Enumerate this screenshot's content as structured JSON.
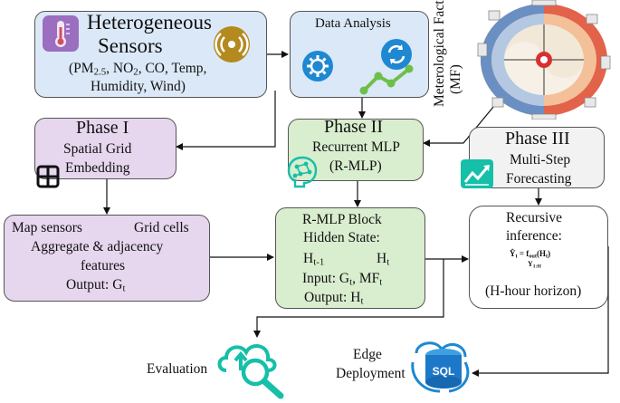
{
  "sensors": {
    "title_line1": "Heterogeneous",
    "title_line2": "Sensors",
    "list_line1_pre": "(PM",
    "list_line1_sub": "2.5",
    "list_line1_post": ", NO",
    "list_line1_sub2": "2",
    "list_line1_end": ", CO, Temp,",
    "list_line2": "Humidity, Wind)"
  },
  "data_analysis": {
    "title": "Data Analysis"
  },
  "met_factors": {
    "label": "Meterological Factors",
    "label_abbr": "(MF)"
  },
  "phase1": {
    "title": "Phase I",
    "line1": "Spatial Grid",
    "line2": "Embedding"
  },
  "phase2": {
    "title": "Phase II",
    "line1": "Recurrent MLP",
    "line2": "(R-MLP)"
  },
  "phase3": {
    "title": "Phase III",
    "line1": "Multi-Step",
    "line2": "Forecasting"
  },
  "map_box": {
    "map_from": "Map sensors",
    "map_to": "Grid cells",
    "line2": "Aggregate & adjacency",
    "line3": "features",
    "output_pre": "Output: G",
    "output_sub": "t"
  },
  "rmlp_block": {
    "title": "R-MLP Block",
    "hidden": "Hidden State:",
    "h_from": "H",
    "h_from_sub": "t-1",
    "h_to": "H",
    "h_to_sub": "t",
    "input_pre": "Input: G",
    "input_sub1": "t",
    "input_mid": ", MF",
    "input_sub2": "t",
    "output_pre": "Output: H",
    "output_sub": "t"
  },
  "recursive": {
    "line1": "Recursive",
    "line2": "inference:",
    "formula_lhs": "Ŷ",
    "formula_lhs_sub": "t",
    "formula_rhs": " = f",
    "formula_rhs_sub": "out",
    "formula_rhs_end": "(H",
    "formula_rhs_end_sub": "t",
    "formula_close": ")",
    "formula_line2": "Y",
    "formula_line2_sub": "1:H",
    "horizon": "(H-hour horizon)"
  },
  "evaluation": {
    "label": "Evaluation"
  },
  "edge": {
    "line1": "Edge",
    "line2": "Deployment",
    "db_label": "SQL"
  },
  "colors": {
    "sensor_box": "#dbe8f7",
    "phase1_box": "#e6d6ee",
    "phase2_box": "#d9edcf",
    "phase3_box": "#f2f2f2",
    "icon_teal": "#15bfa8",
    "icon_blue": "#1e88d2",
    "icon_green": "#6cc04a",
    "thermo_bg": "#9b6ec0",
    "wifi_bg": "#b48a1e"
  },
  "icons": [
    "thermometer-icon",
    "wireless-sensor-icon",
    "gear-network-icon",
    "sync-icon",
    "trend-line-icon",
    "grid-icon",
    "neural-brain-icon",
    "line-chart-icon",
    "cloud-search-icon",
    "sql-database-icon",
    "meteorological-wheel-icon"
  ]
}
